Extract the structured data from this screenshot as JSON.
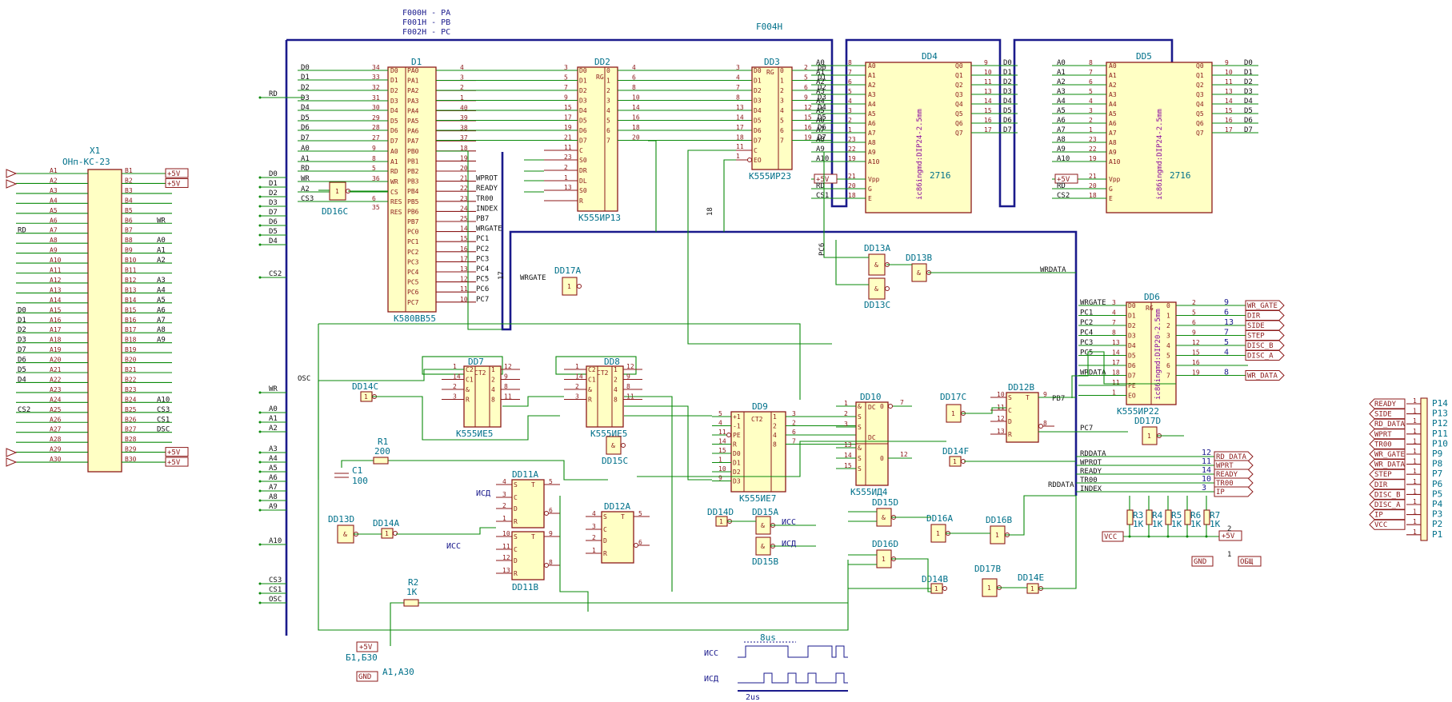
{
  "header": {
    "addr_pa": "F000H - PA",
    "addr_pb": "F001H - PB",
    "addr_pc": "F002H - PC",
    "addr_f004": "F004H"
  },
  "x1": {
    "ref": "X1",
    "value": "ОНп-КС-23",
    "a_pins": [
      "A1",
      "A2",
      "A3",
      "A4",
      "A5",
      "A6",
      "A7",
      "A8",
      "A9",
      "A10",
      "A11",
      "A12",
      "A13",
      "A14",
      "A15",
      "A16",
      "A17",
      "A18",
      "A19",
      "A20",
      "A21",
      "A22",
      "A23",
      "A24",
      "A25",
      "A26",
      "A27",
      "A28",
      "A29",
      "A30"
    ],
    "b_pins": [
      "B1",
      "B2",
      "B3",
      "B4",
      "B5",
      "B6",
      "B7",
      "B8",
      "B9",
      "B10",
      "B11",
      "B12",
      "B13",
      "B14",
      "B15",
      "B16",
      "B17",
      "B18",
      "B19",
      "B20",
      "B21",
      "B22",
      "B23",
      "B24",
      "B25",
      "B26",
      "B27",
      "B28",
      "B29",
      "B30"
    ],
    "left_nets": [
      "",
      "",
      "",
      "",
      "",
      "",
      "RD",
      "",
      "",
      "",
      "",
      "",
      "",
      "",
      "D0",
      "D1",
      "D2",
      "D3",
      "D7",
      "D6",
      "D5",
      "D4",
      "",
      "",
      "CS2",
      "",
      "",
      "",
      "",
      ""
    ],
    "right_nets": [
      "+5V",
      "+5V",
      "",
      "",
      "",
      "WR",
      "",
      "A0",
      "A1",
      "A2",
      "",
      "A3",
      "A4",
      "A5",
      "A6",
      "A7",
      "A8",
      "A9",
      "",
      "",
      "",
      "",
      "",
      "A10",
      "CS3",
      "CS1",
      "DSC",
      "",
      "+5V",
      "+5V"
    ]
  },
  "left_bus_labels": [
    "RD",
    "D0",
    "D1",
    "D2",
    "D3",
    "D7",
    "D6",
    "D5",
    "D4",
    "CS2",
    "WR",
    "A0",
    "A1",
    "A2",
    "A3",
    "A4",
    "A5",
    "A6",
    "A7",
    "A8",
    "A9",
    "A10",
    "CS3",
    "CS1",
    "OSC"
  ],
  "d1": {
    "ref": "D1",
    "value": "К580ВВ55",
    "in_nets": [
      "D0",
      "D1",
      "D2",
      "D3",
      "D4",
      "D5",
      "D6",
      "D7",
      "A0",
      "A1",
      "RD",
      "WR",
      "A2",
      "CS3"
    ],
    "in_nums": [
      "34",
      "33",
      "32",
      "31",
      "30",
      "29",
      "28",
      "27",
      "9",
      "8",
      "5",
      "36",
      "",
      "6",
      "35"
    ],
    "in_pins": [
      "D0",
      "D1",
      "D2",
      "D3",
      "D4",
      "D5",
      "D6",
      "D7",
      "A0",
      "A1",
      "RD",
      "WR",
      "CS",
      "RES"
    ],
    "out_pins": [
      "PA0",
      "PA1",
      "PA2",
      "PA3",
      "PA4",
      "PA5",
      "PA6",
      "PA7",
      "PB0",
      "PB1",
      "PB2",
      "PB3",
      "PB4",
      "PB5",
      "PB6",
      "PB7",
      "PC0",
      "PC1",
      "PC2",
      "PC3",
      "PC4",
      "PC5",
      "PC6",
      "PC7"
    ],
    "out_nums": [
      "4",
      "3",
      "2",
      "1",
      "40",
      "39",
      "38",
      "37",
      "18",
      "19",
      "20",
      "21",
      "22",
      "23",
      "24",
      "25",
      "14",
      "15",
      "16",
      "17",
      "13",
      "12",
      "11",
      "10"
    ],
    "out_nets": [
      "",
      "",
      "",
      "",
      "",
      "",
      "",
      "",
      "",
      "",
      "",
      "WPROT",
      "READY",
      "TR00",
      "INDEX",
      "PB7",
      "WRGATE",
      "PC1",
      "PC2",
      "PC3",
      "PC4",
      "PC5",
      "PC6",
      "PC7"
    ]
  },
  "bus_num_17": "17",
  "bus_num_18": "18",
  "pc6": "PC6",
  "wrgate": "WRGATE",
  "wrdata": "WRDATA",
  "osc": "OSC",
  "dd2": {
    "ref": "DD2",
    "value": "К555ИР13",
    "rg": "RG",
    "pins_l": [
      "D0",
      "D1",
      "D2",
      "D3",
      "D4",
      "D5",
      "D6",
      "D7",
      "C",
      "S0",
      "DR",
      "DL",
      "S0",
      "R"
    ],
    "pins_r": [
      "0",
      "1",
      "2",
      "3",
      "4",
      "5",
      "6",
      "7"
    ],
    "nums_l": [
      "3",
      "5",
      "7",
      "9",
      "15",
      "17",
      "19",
      "21",
      "11",
      "23",
      "2",
      "1",
      "13"
    ],
    "nums_r": [
      "4",
      "6",
      "8",
      "10",
      "14",
      "16",
      "18",
      "20"
    ]
  },
  "dd3": {
    "ref": "DD3",
    "value": "К555ИР23",
    "rg": "RG",
    "pins_l": [
      "D0",
      "D1",
      "D2",
      "D3",
      "D4",
      "D5",
      "D6",
      "D7",
      "C",
      "EO"
    ],
    "pins_r": [
      "0",
      "1",
      "2",
      "3",
      "4",
      "5",
      "6",
      "7"
    ],
    "nums_l": [
      "3",
      "4",
      "7",
      "8",
      "13",
      "14",
      "17",
      "18",
      "11",
      "1"
    ],
    "nums_r": [
      "2",
      "5",
      "6",
      "9",
      "12",
      "15",
      "16",
      "19"
    ],
    "outs": [
      "D0",
      "D1",
      "D2",
      "D3",
      "D4",
      "D5",
      "D6",
      "D7"
    ]
  },
  "dd4": {
    "ref": "DD4",
    "value": "2716",
    "pkg": "ic86ingmd:DIP24-2.5mm",
    "left_nets": [
      "A0",
      "A1",
      "A2",
      "A3",
      "A4",
      "A5",
      "A6",
      "A7",
      "A8",
      "A9",
      "A10",
      "+5V",
      "RD",
      "CS1"
    ],
    "left_nums": [
      "8",
      "7",
      "6",
      "5",
      "4",
      "3",
      "2",
      "1",
      "23",
      "22",
      "19",
      "21",
      "20",
      "18"
    ],
    "pins_l": [
      "A0",
      "A1",
      "A2",
      "A3",
      "A4",
      "A5",
      "A6",
      "A7",
      "A8",
      "A9",
      "A10",
      "Vpp",
      "G",
      "E"
    ],
    "pins_r": [
      "Q0",
      "Q1",
      "Q2",
      "Q3",
      "Q4",
      "Q5",
      "Q6",
      "Q7"
    ],
    "nums_r": [
      "9",
      "10",
      "11",
      "13",
      "14",
      "15",
      "16",
      "17"
    ],
    "outs": [
      "D0",
      "D1",
      "D2",
      "D3",
      "D4",
      "D5",
      "D6",
      "D7"
    ]
  },
  "dd5": {
    "ref": "DD5",
    "value": "2716",
    "pkg": "ic86ingmd:DIP24-2.5mm",
    "left_nets": [
      "A0",
      "A1",
      "A2",
      "A3",
      "A4",
      "A5",
      "A6",
      "A7",
      "A8",
      "A9",
      "A10",
      "+5V",
      "RD",
      "CS2"
    ],
    "left_nums": [
      "8",
      "7",
      "6",
      "5",
      "4",
      "3",
      "2",
      "1",
      "23",
      "22",
      "19",
      "21",
      "20",
      "18"
    ],
    "pins_l": [
      "A0",
      "A1",
      "A2",
      "A3",
      "A4",
      "A5",
      "A6",
      "A7",
      "A8",
      "A9",
      "A10",
      "Vpp",
      "G",
      "E"
    ],
    "pins_r": [
      "Q0",
      "Q1",
      "Q2",
      "Q3",
      "Q4",
      "Q5",
      "Q6",
      "Q7"
    ],
    "nums_r": [
      "9",
      "10",
      "11",
      "13",
      "14",
      "15",
      "16",
      "17"
    ],
    "outs": [
      "D0",
      "D1",
      "D2",
      "D3",
      "D4",
      "D5",
      "D6",
      "D7"
    ]
  },
  "dd6": {
    "ref": "DD6",
    "value": "К555ИР22",
    "rg": "RG",
    "pkg": "ic86ingmd:DIP20-2.5mm",
    "in_nets": [
      "WRGATE",
      "PC1",
      "PC2",
      "PC4",
      "PC3",
      "PC5",
      "",
      "WRDATA",
      "",
      ""
    ],
    "in_nums": [
      "3",
      "4",
      "7",
      "8",
      "13",
      "14",
      "17",
      "18",
      "11",
      "1"
    ],
    "pins_l": [
      "D0",
      "D1",
      "D2",
      "D3",
      "D4",
      "D5",
      "D6",
      "D7",
      "PE",
      "EO"
    ],
    "pins_r": [
      "0",
      "1",
      "2",
      "3",
      "4",
      "5",
      "6",
      "7"
    ],
    "nums_r": [
      "2",
      "5",
      "6",
      "9",
      "12",
      "15",
      "16",
      "19"
    ],
    "out_nums": [
      "9",
      "6",
      "13",
      "7",
      "5",
      "4",
      "",
      "8"
    ],
    "outs": [
      "WR_GATE",
      "DIR",
      "SIDE",
      "STEP",
      "DISC_B",
      "DISC_A",
      "",
      "WR_DATA"
    ]
  },
  "dd7": {
    "ref": "DD7",
    "value": "К555ИЕ5",
    "ct": "CT2",
    "pins_l": [
      "C2",
      "C1",
      "&",
      "R"
    ],
    "pins_r": [
      "1",
      "2",
      "4",
      "8"
    ],
    "nums": [
      "1",
      "14",
      "2",
      "3",
      "12",
      "9",
      "8",
      "11"
    ]
  },
  "dd8": {
    "ref": "DD8",
    "value": "К555ИЕ5",
    "ct": "CT2",
    "pins_l": [
      "C2",
      "C1",
      "&",
      "R"
    ],
    "pins_r": [
      "1",
      "2",
      "4",
      "8"
    ],
    "nums": [
      "1",
      "14",
      "2",
      "3",
      "12",
      "9",
      "8",
      "11"
    ]
  },
  "dd9": {
    "ref": "DD9",
    "value": "К555ИЕ7",
    "ct": "CT2",
    "pins_l": [
      "+1",
      "-1",
      "PE",
      "R",
      "D0",
      "D1",
      "D2",
      "D3"
    ],
    "pins_r": [
      "1",
      "2",
      "4",
      "8"
    ],
    "nums_l": [
      "5",
      "4",
      "11",
      "14",
      "15",
      "1",
      "10",
      "9"
    ],
    "nums_r": [
      "3",
      "2",
      "6",
      "7"
    ]
  },
  "dd10": {
    "ref": "DD10",
    "value": "К555ИД4",
    "dc": "DC",
    "pins_l": [
      "&",
      "S",
      "S",
      "&",
      "S",
      "S"
    ],
    "pins_r": [
      "0",
      "0"
    ],
    "nums_l": [
      "1",
      "2",
      "3",
      "13",
      "14",
      "15"
    ],
    "nums_r": [
      "7",
      "12"
    ]
  },
  "dd11": {
    "ref": "DD11A",
    "ref2": "DD11B",
    "pins": [
      "S",
      "T",
      "C",
      "D",
      "R"
    ],
    "nums_a": [
      "4",
      "5",
      "3",
      "2",
      "1",
      "6"
    ],
    "nums_b": [
      "10",
      "9",
      "11",
      "12",
      "13",
      "8"
    ]
  },
  "dd12a": {
    "ref": "DD12A",
    "pins": [
      "S",
      "T",
      "C",
      "D",
      "R"
    ],
    "nums": [
      "4",
      "5",
      "3",
      "2",
      "1",
      "6"
    ]
  },
  "dd12b": {
    "ref": "DD12B",
    "pins": [
      "S",
      "T",
      "C",
      "D",
      "R"
    ],
    "nums": [
      "10",
      "9",
      "11",
      "12",
      "13",
      "8"
    ],
    "pb7": "PB7",
    "pc7": "PC7"
  },
  "gates": {
    "dd13a": "DD13A",
    "dd13b": "DD13B",
    "dd13c": "DD13C",
    "dd13d": "DD13D",
    "dd14a": "DD14A",
    "dd14b": "DD14B",
    "dd14c": "DD14C",
    "dd14d": "DD14D",
    "dd14e": "DD14E",
    "dd14f": "DD14F",
    "dd15a": "DD15A",
    "dd15b": "DD15B",
    "dd15c": "DD15C",
    "dd15d": "DD15D",
    "dd16a": "DD16A",
    "dd16b": "DD16B",
    "dd16c": "DD16C",
    "dd16d": "DD16D",
    "dd17a": "DD17A",
    "dd17b": "DD17B",
    "dd17c": "DD17C",
    "dd17d": "DD17D",
    "and": "&",
    "not": "1"
  },
  "r1": {
    "ref": "R1",
    "value": "200"
  },
  "r2": {
    "ref": "R2",
    "value": "1K"
  },
  "c1": {
    "ref": "C1",
    "value": "100"
  },
  "rpack": {
    "refs": [
      "R3",
      "R4",
      "R5",
      "R6",
      "R7"
    ],
    "value": "1K"
  },
  "power": {
    "vcc": "VCC",
    "p5v": "+5V",
    "gnd": "GND",
    "obsh": "ОБЩ",
    "b1b30": "Б1,Б30",
    "a1a30": "А1,А30",
    "n1": "1",
    "n2": "2"
  },
  "isc": "ИСС",
  "isd": "ИСД",
  "timing": {
    "t1": "8us",
    "t2": "2us"
  },
  "out_conn": {
    "sigs": [
      "RDDATA",
      "WPROT",
      "READY",
      "TR00",
      "INDEX"
    ],
    "nums": [
      "12",
      "11",
      "14",
      "10",
      "3"
    ],
    "ports": [
      "RD_DATA",
      "WPRT",
      "READY",
      "TR00",
      "IP"
    ]
  },
  "p_conn": {
    "labels": [
      "READY",
      "SIDE",
      "RD_DATA",
      "WPRT",
      "TR00",
      "WR_GATE",
      "WR_DATA",
      "STEP",
      "DIR",
      "DISC_B",
      "DISC_A",
      "IP",
      "VCC",
      ""
    ],
    "pins": [
      "P14",
      "P13",
      "P12",
      "P11",
      "P10",
      "P9",
      "P8",
      "P7",
      "P6",
      "P5",
      "P4",
      "P3",
      "P2",
      "P1"
    ]
  }
}
